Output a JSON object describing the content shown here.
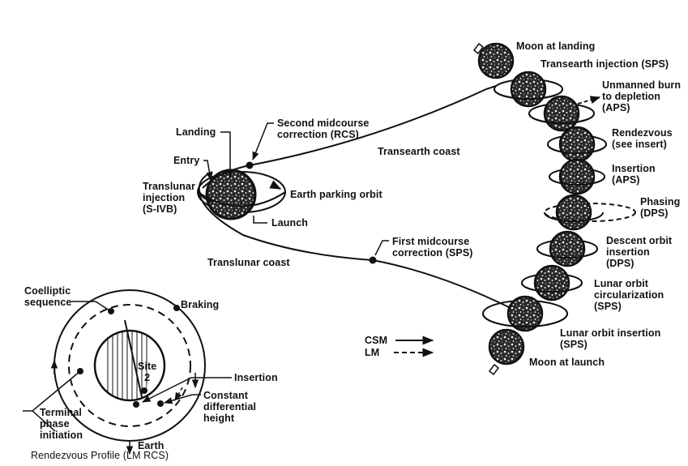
{
  "diagram": {
    "type": "mission-profile",
    "trajectory_labels": {
      "landing": "Landing",
      "entry": "Entry",
      "translunar_injection": "Translunar\ninjection\n(S-IVB)",
      "second_midcourse": "Second midcourse\ncorrection (RCS)",
      "transearth_coast": "Transearth coast",
      "earth_parking_orbit": "Earth parking orbit",
      "launch": "Launch",
      "translunar_coast": "Translunar coast",
      "first_midcourse": "First midcourse\ncorrection (SPS)"
    },
    "moon_sequence": [
      {
        "label": "Moon at landing"
      },
      {
        "label": "Transearth injection (SPS)"
      },
      {
        "label": "Unmanned burn\nto depletion\n(APS)"
      },
      {
        "label": "Rendezvous\n(see insert)"
      },
      {
        "label": "Insertion\n(APS)"
      },
      {
        "label": "Phasing\n(DPS)"
      },
      {
        "label": "Descent orbit\ninsertion\n(DPS)"
      },
      {
        "label": "Lunar orbit\ncircularization\n(SPS)"
      },
      {
        "label": "Lunar orbit insertion\n(SPS)"
      },
      {
        "label": "Moon at launch"
      }
    ],
    "legend": [
      {
        "label": "CSM",
        "style": "solid"
      },
      {
        "label": "LM",
        "style": "dashed"
      }
    ],
    "rendezvous_insert": {
      "title": "Rendezvous Profile (LM RCS)",
      "coelliptic": "Coelliptic\nsequence",
      "braking": "Braking",
      "site": "Site\n2",
      "insertion": "Insertion",
      "constant_dh": "Constant\ndifferential\nheight",
      "tpi": "Terminal\nphase\ninitiation",
      "earth": "Earth"
    }
  }
}
